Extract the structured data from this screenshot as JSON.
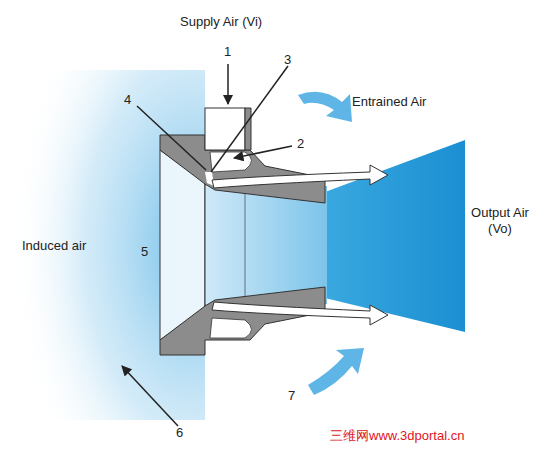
{
  "diagram": {
    "labels": [
      "Supply Air (Vi)",
      "1",
      "4",
      "3",
      "2",
      "Entrained Air",
      "Induced air",
      "5",
      "Output Air (Vo)",
      "6",
      "7",
      "三维网www.3dportal.cn"
    ]
  }
}
